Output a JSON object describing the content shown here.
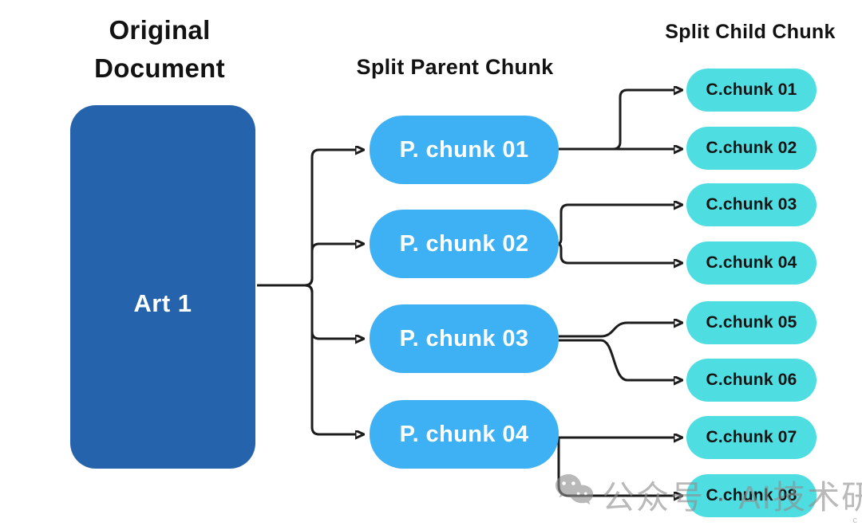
{
  "diagram": {
    "original": {
      "heading_line1": "Original",
      "heading_line2": "Document",
      "box_label": "Art 1"
    },
    "parent": {
      "heading": "Split Parent Chunk",
      "chunks": [
        {
          "label": "P. chunk 01"
        },
        {
          "label": "P. chunk 02"
        },
        {
          "label": "P. chunk 03"
        },
        {
          "label": "P. chunk 04"
        }
      ]
    },
    "child": {
      "heading": "Split Child Chunk",
      "chunks": [
        {
          "label": "C.chunk 01"
        },
        {
          "label": "C.chunk 02"
        },
        {
          "label": "C.chunk 03"
        },
        {
          "label": "C.chunk 04"
        },
        {
          "label": "C.chunk 05"
        },
        {
          "label": "C.chunk 06"
        },
        {
          "label": "C.chunk 07"
        },
        {
          "label": "C.chunk 08"
        }
      ]
    },
    "edges": [
      {
        "from": "Art 1",
        "to": "P. chunk 01"
      },
      {
        "from": "Art 1",
        "to": "P. chunk 02"
      },
      {
        "from": "Art 1",
        "to": "P. chunk 03"
      },
      {
        "from": "Art 1",
        "to": "P. chunk 04"
      },
      {
        "from": "P. chunk 01",
        "to": "C.chunk 01"
      },
      {
        "from": "P. chunk 01",
        "to": "C.chunk 02"
      },
      {
        "from": "P. chunk 02",
        "to": "C.chunk 03"
      },
      {
        "from": "P. chunk 02",
        "to": "C.chunk 04"
      },
      {
        "from": "P. chunk 03",
        "to": "C.chunk 05"
      },
      {
        "from": "P. chunk 03",
        "to": "C.chunk 06"
      },
      {
        "from": "P. chunk 04",
        "to": "C.chunk 07"
      },
      {
        "from": "P. chunk 04",
        "to": "C.chunk 08"
      }
    ]
  },
  "watermark": {
    "text": "公众号 · AI技术研习社",
    "icon": "wechat-icon",
    "copyright_mark": "c"
  },
  "colors": {
    "document_blue": "#2563ad",
    "parent_blue": "#3eb1f4",
    "child_cyan": "#4edee2",
    "arrow_black": "#1c1c1c",
    "heading_black": "#121212",
    "watermark_gray": "#8f8f8f"
  }
}
